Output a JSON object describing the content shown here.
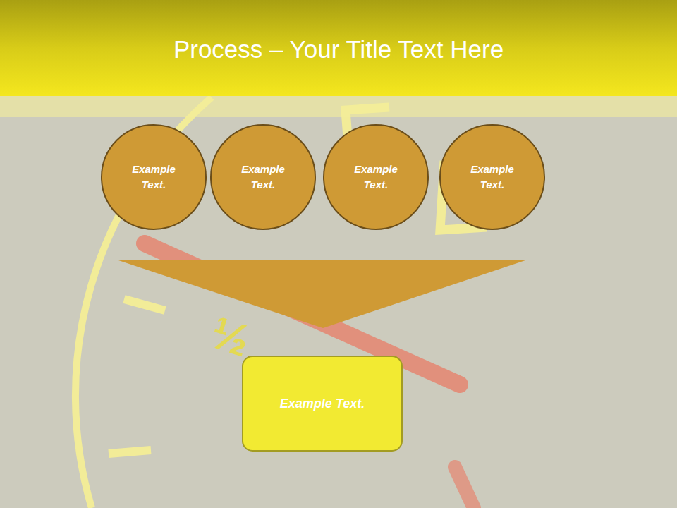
{
  "diagram": {
    "title": "Process – Your Title Text Here",
    "nodes": [
      {
        "text": [
          "Example Text."
        ]
      },
      {
        "text": [
          "Example Text."
        ]
      },
      {
        "text": [
          "Example Text."
        ]
      },
      {
        "text": [
          "Example Text."
        ]
      },
      {
        "text": [
          "Example Text."
        ]
      }
    ],
    "labels": [
      "½"
    ]
  }
}
